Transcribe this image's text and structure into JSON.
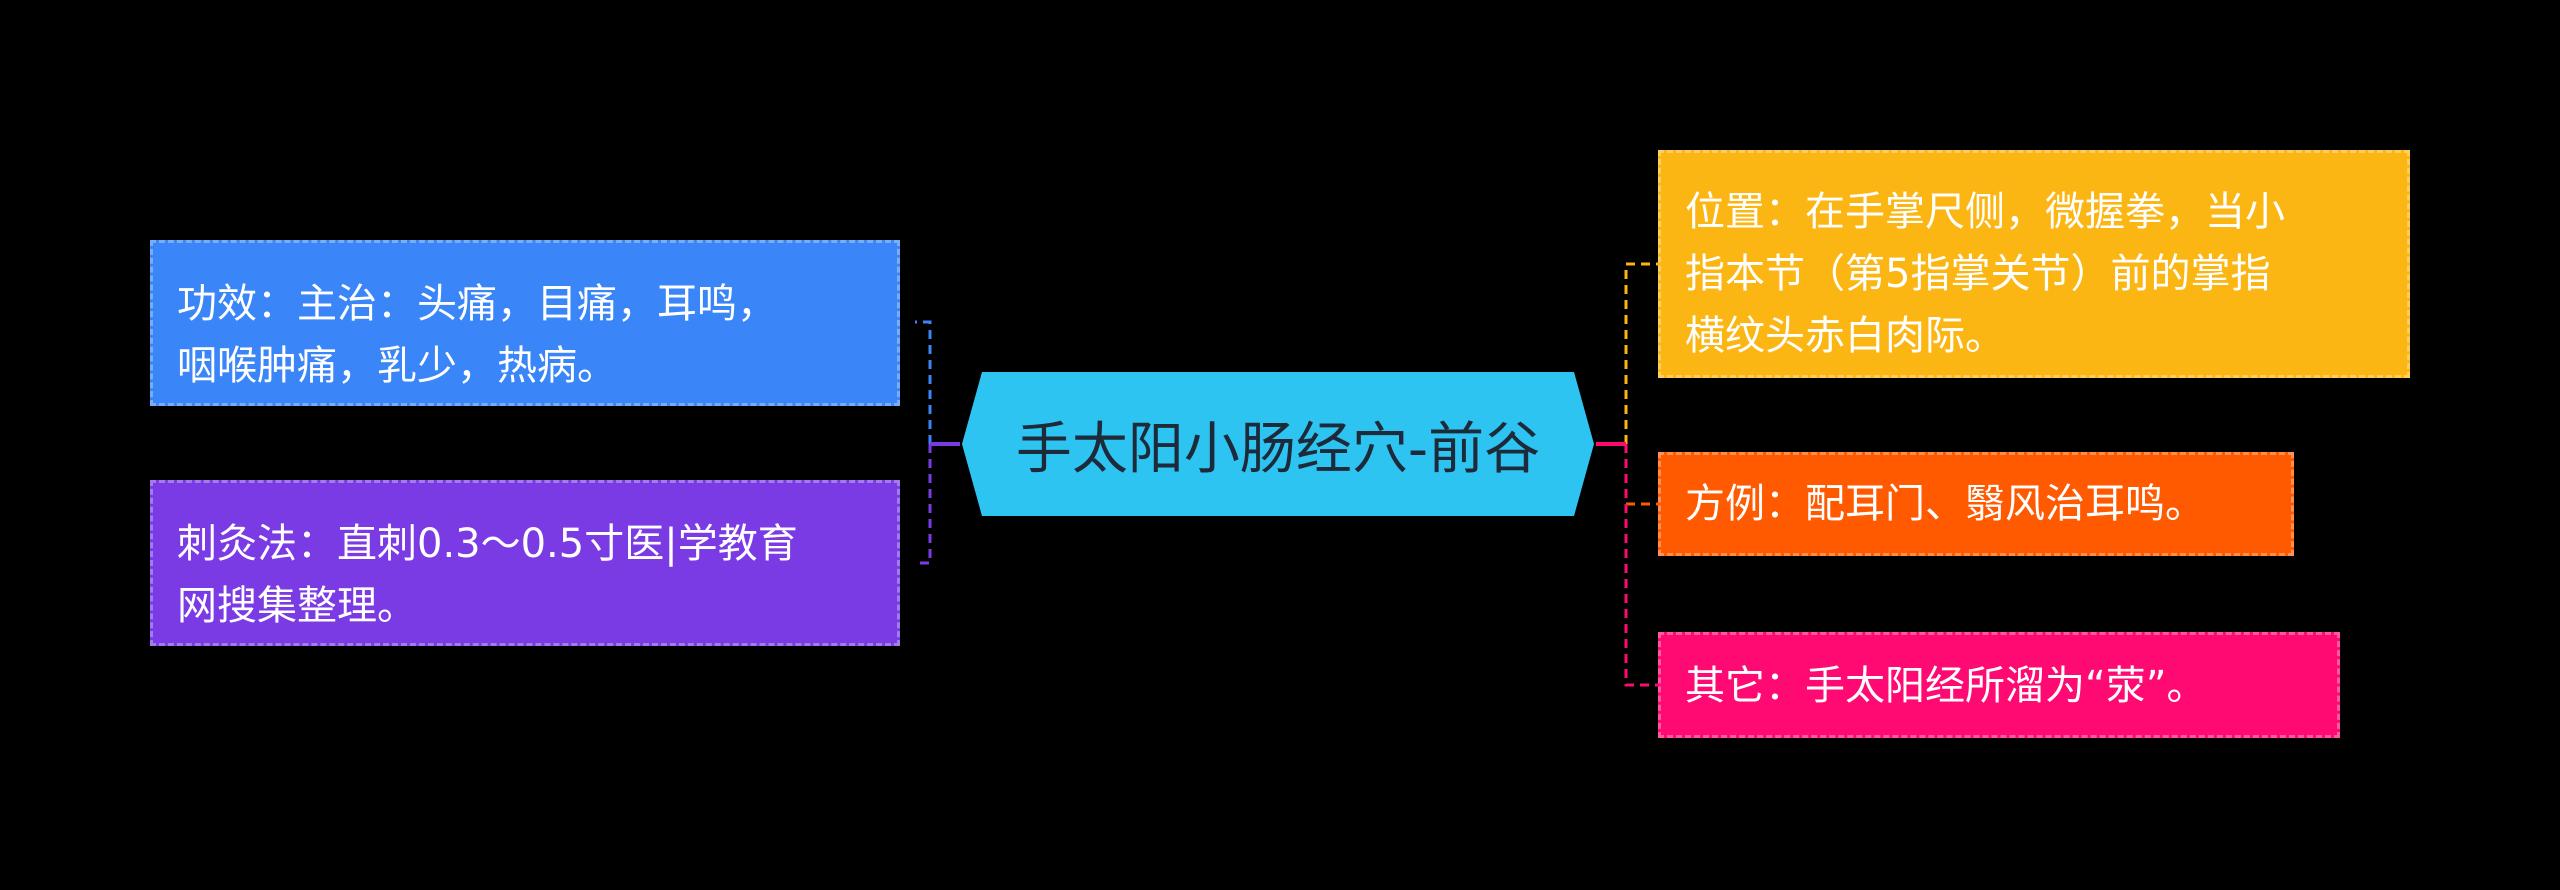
{
  "central_topic": "手太阳小肠经穴-前谷",
  "colors": {
    "background": "#000000",
    "central": "#2ec4f2",
    "effect": "#3a85f7",
    "method": "#7b3be4",
    "location": "#fbb614",
    "formula": "#ff5a00",
    "other": "#ff0a72"
  },
  "left_branches": [
    {
      "lines": [
        "功效：主治：头痛，目痛，耳鸣，",
        "咽喉肿痛，乳少，热病。"
      ]
    },
    {
      "lines": [
        "刺灸法：直刺0.3～0.5寸医|学教育",
        "网搜集整理。"
      ]
    }
  ],
  "right_branches": [
    {
      "lines": [
        "位置：在手掌尺侧，微握拳，当小",
        "指本节（第5指掌关节）前的掌指",
        "横纹头赤白肉际。"
      ]
    },
    {
      "lines": [
        "方例：配耳门、翳风治耳鸣。"
      ]
    },
    {
      "lines": [
        "其它：手太阳经所溜为“荥”。"
      ]
    }
  ]
}
